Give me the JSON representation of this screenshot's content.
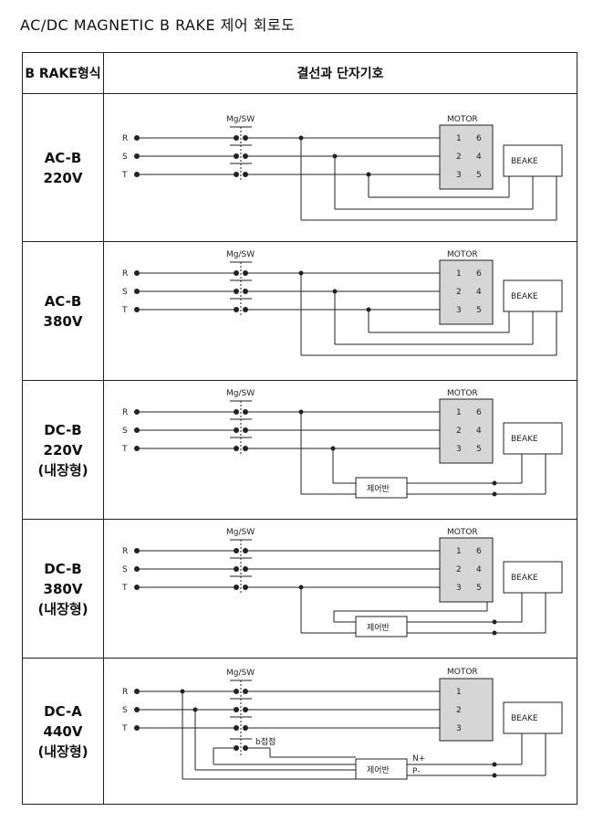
{
  "title": "AC/DC MAGNETIC B RAKE 제어 회로도",
  "header": {
    "col_type": "B RAKE형식",
    "col_diagram": "결선과 단자기호"
  },
  "common": {
    "phases": [
      "R",
      "S",
      "T"
    ],
    "switch_label": "Mg/SW",
    "motor_label": "MOTOR",
    "brake_label": "BEAKE",
    "controller_label": "제어반"
  },
  "rows": [
    {
      "type_lines": [
        "AC-B",
        "220V"
      ]
    },
    {
      "type_lines": [
        "AC-B",
        "380V"
      ]
    },
    {
      "type_lines": [
        "DC-B",
        "220V",
        "(내장형)"
      ]
    },
    {
      "type_lines": [
        "DC-B",
        "380V",
        "(내장형)"
      ]
    },
    {
      "type_lines": [
        "DC-A",
        "440V",
        "(내장형)"
      ]
    }
  ],
  "terminals": {
    "full": [
      [
        "1",
        "6"
      ],
      [
        "2",
        "4"
      ],
      [
        "3",
        "5"
      ]
    ],
    "simple": [
      [
        "1"
      ],
      [
        "2"
      ],
      [
        "3"
      ]
    ]
  },
  "dc_a": {
    "b_contact": "b접점",
    "n_plus": "N+",
    "p_minus": "P-"
  }
}
